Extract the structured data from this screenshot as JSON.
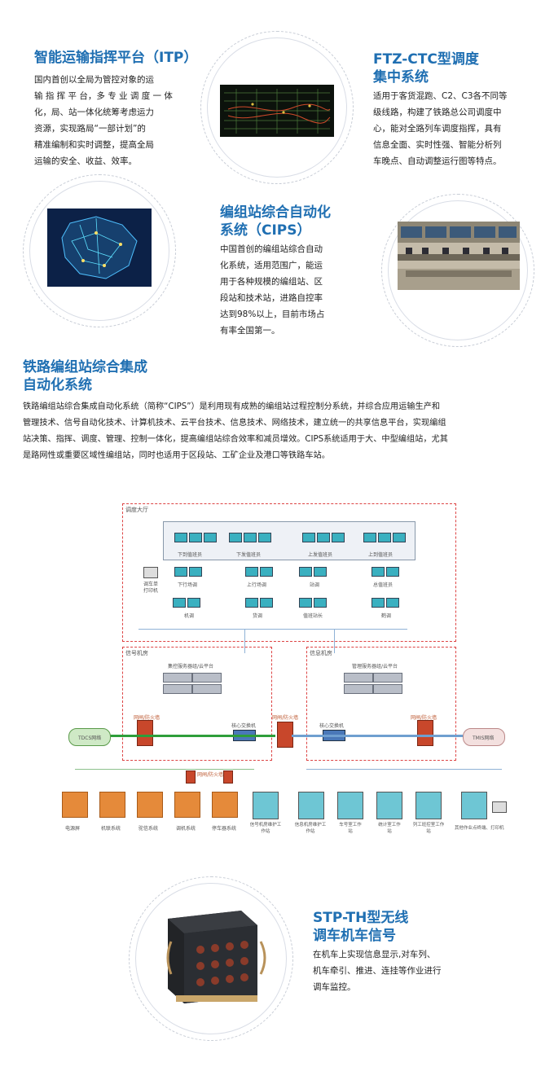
{
  "itp": {
    "title": "智能运输指挥平台（ITP）",
    "lines": [
      "国内首创以全局为管控对象的运",
      "输 指 挥 平 台，多 专 业 调 度 一 体",
      "化，局、站一体化统筹考虑运力",
      "资源，实现路局“一部计划”的",
      "精准编制和实时调整，提高全局",
      "运输的安全、收益、效率。"
    ]
  },
  "ftz": {
    "title_line1": "FTZ-CTC型调度",
    "title_line2": "集中系统",
    "lines": [
      "适用于客货混跑、C2、C3各不同等",
      "级线路，构建了铁路总公司调度中",
      "心，能对全路列车调度指挥，具有",
      "信息全面、实时性强、智能分析列",
      "车晚点、自动调整运行图等特点。"
    ]
  },
  "cips_short": {
    "title_line1": "编组站综合自动化",
    "title_line2": "系统（CIPS）",
    "lines": [
      "中国首创的编组站综合自动",
      "化系统，适用范围广，能运",
      "用于各种规模的编组站、区",
      "段站和技术站，进路自控率",
      "达到98%以上，目前市场占",
      "有率全国第一。"
    ]
  },
  "cips_full": {
    "title_line1": "铁路编组站综合集成",
    "title_line2": "自动化系统",
    "lines": [
      "铁路编组站综合集成自动化系统（简称“CIPS”）是利用现有成熟的编组站过程控制分系统，并综合应用运输生产和",
      "管理技术、信号自动化技术、计算机技术、云平台技术、信息技术、网络技术，建立统一的共享信息平台，实现编组",
      "站决策、指挥、调度、管理、控制一体化，提高编组站综合效率和减员增效。CIPS系统适用于大、中型编组站，尤其",
      "是路网性或重要区域性编组站，同时也适用于区段站、工矿企业及港口等铁路车站。"
    ]
  },
  "diagram": {
    "hall_label": "调度大厅",
    "consoles": [
      "下到值班员",
      "下发值班员",
      "上发值班员",
      "上到值班员"
    ],
    "printer_label_1": "调车单",
    "printer_label_2": "打印机",
    "row1": [
      "下行场调",
      "上行场调",
      "站调",
      "总值班员"
    ],
    "row2": [
      "机调",
      "货调",
      "值班站长",
      "鹤调"
    ],
    "signal_room": "信号机房",
    "info_room": "信息机房",
    "signal_servers": "集控服务器组/云平台",
    "info_servers": "管理服务器组/云平台",
    "fw1": "网闸/防火墙",
    "fw2": "网闸/防火墙",
    "fw3": "网闸/防火墙",
    "fw4": "网闸/防火墙",
    "core_switch_1": "核心交换机",
    "core_switch_2": "核心交换机",
    "tdcs": "TDCS网络",
    "tms": "TMIS网络",
    "bottom_left": [
      "电源屏",
      "机联系统",
      "驼信系统",
      "调机系统",
      "停车器系统",
      "信号机房维护工作站"
    ],
    "bottom_right": [
      "信息机房维护工作站",
      "车号室工作站",
      "统计室工作站",
      "列工班控室工作站",
      "其他作业点终端、打印机"
    ]
  },
  "stp": {
    "title_line1": "STP-TH型无线",
    "title_line2": "调车机车信号",
    "lines": [
      "在机车上实现信息显示,对车列、",
      "机车牵引、推进、连挂等作业进行",
      "调车监控。"
    ]
  },
  "colors": {
    "heading": "#1f6fb2",
    "text": "#222222",
    "dash": "#dd4444"
  }
}
